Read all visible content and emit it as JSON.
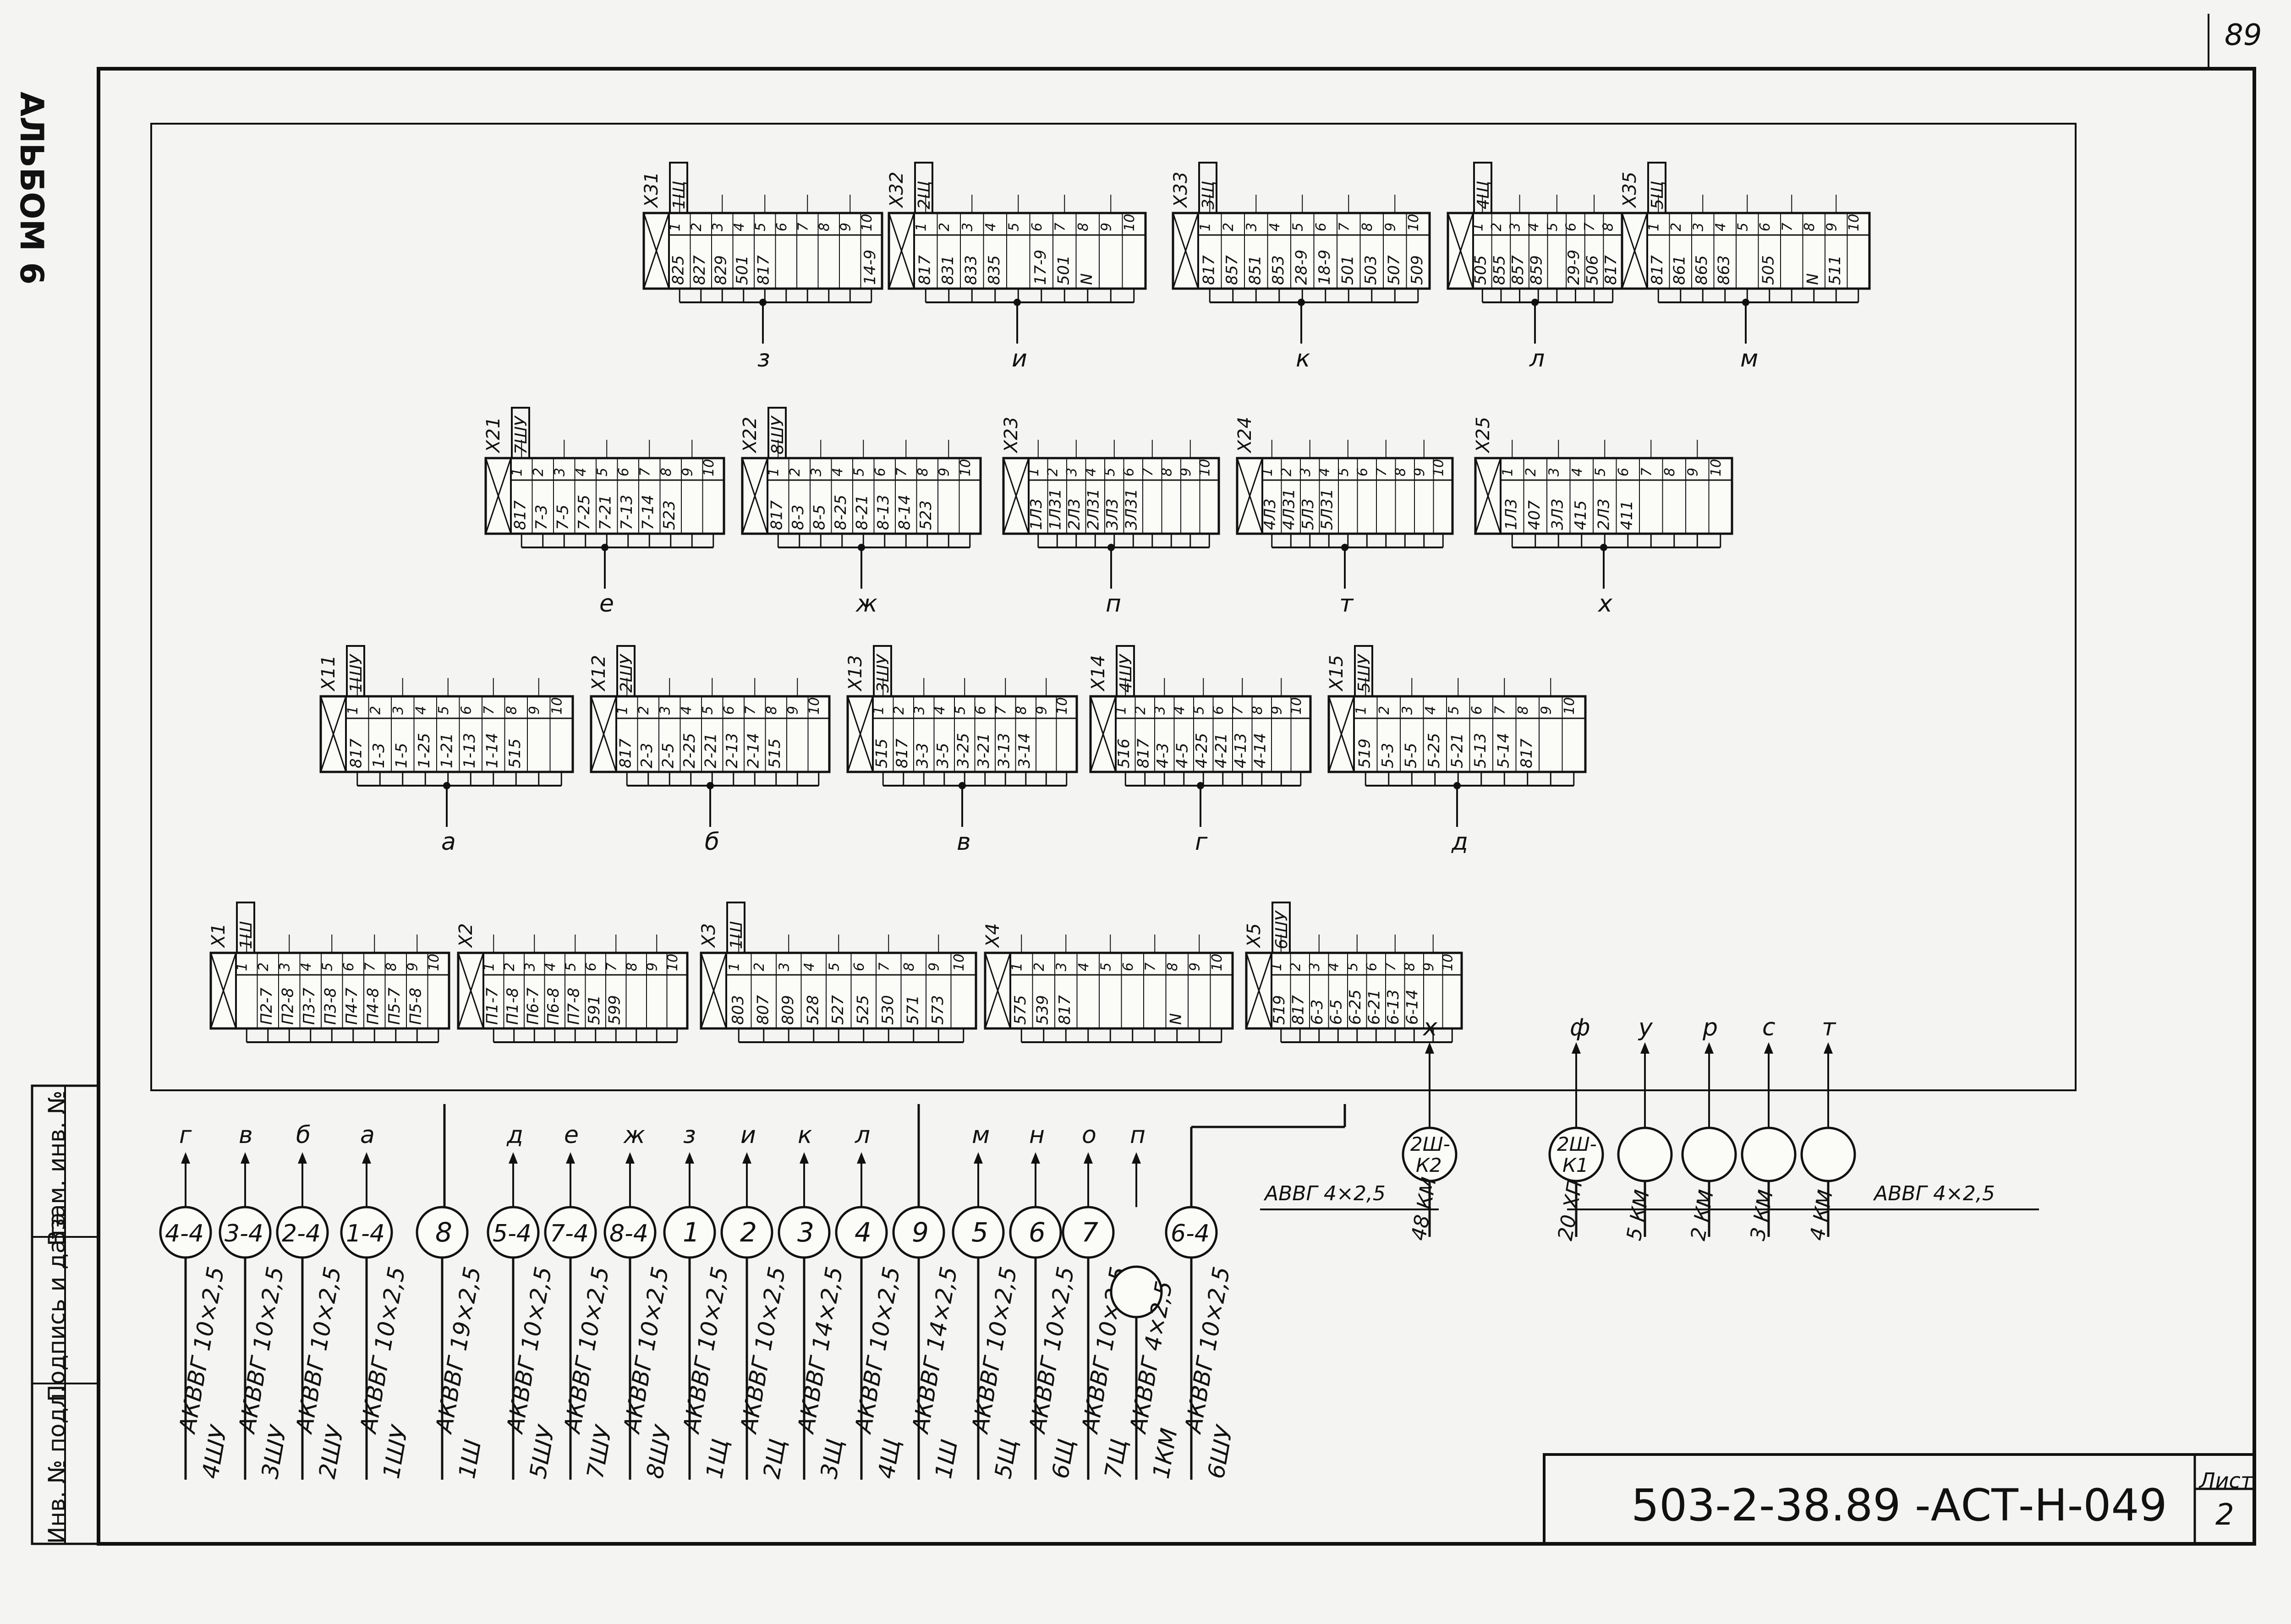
{
  "sheet": {
    "page_number": "89",
    "album_label": "АЛЬБОМ 6",
    "doc_code": "503-2-38.89 -АСТ-Н-049",
    "list_label": "Лист",
    "list_number": "2"
  },
  "side_stamp": [
    "Инв. № подл.",
    "Подпись и дата",
    "Взам. инв. №"
  ],
  "terminal_rows": [
    {
      "row": 1,
      "blocks": [
        {
          "name": "Х31",
          "id": "1Щ",
          "slots": 10,
          "labels": [
            "825",
            "827",
            "829",
            "501",
            "817",
            "",
            "",
            "",
            "",
            "14-9"
          ],
          "group": "з"
        },
        {
          "name": "Х32",
          "id": "2Щ",
          "slots": 10,
          "labels": [
            "817",
            "831",
            "833",
            "835",
            "",
            "17-9",
            "501",
            "N",
            "",
            ""
          ],
          "group": "и"
        },
        {
          "name": "Х33",
          "id": "3Щ",
          "slots": 10,
          "labels": [
            "817",
            "857",
            "851",
            "853",
            "28-9",
            "18-9",
            "501",
            "503",
            "507",
            "509"
          ],
          "group": "к"
        },
        {
          "name": "",
          "id": "4Щ",
          "slots": 8,
          "labels": [
            "505",
            "855",
            "857",
            "859",
            "",
            "29-9",
            "506",
            "817"
          ],
          "group": "л"
        },
        {
          "name": "Х35",
          "id": "5Щ",
          "slots": 10,
          "labels": [
            "817",
            "861",
            "865",
            "863",
            "",
            "505",
            "",
            "N",
            "511",
            ""
          ],
          "group": "м"
        }
      ]
    },
    {
      "row": 2,
      "blocks": [
        {
          "name": "Х21",
          "id": "7ШУ",
          "slots": 10,
          "labels": [
            "817",
            "7-3",
            "7-5",
            "7-25",
            "7-21",
            "7-13",
            "7-14",
            "523",
            "",
            ""
          ],
          "group": "е"
        },
        {
          "name": "Х22",
          "id": "8ШУ",
          "slots": 10,
          "labels": [
            "817",
            "8-3",
            "8-5",
            "8-25",
            "8-21",
            "8-13",
            "8-14",
            "523",
            "",
            ""
          ],
          "group": "ж"
        },
        {
          "name": "Х23",
          "id": "",
          "slots": 10,
          "labels": [
            "1Л3",
            "1Л31",
            "2Л3",
            "2Л31",
            "3Л3",
            "3Л31",
            "",
            "",
            "",
            ""
          ],
          "group": "п"
        },
        {
          "name": "Х24",
          "id": "",
          "slots": 10,
          "labels": [
            "4Л3",
            "4Л31",
            "5Л3",
            "5Л31",
            "",
            "",
            "",
            "",
            "",
            ""
          ],
          "group": "т"
        },
        {
          "name": "Х25",
          "id": "",
          "slots": 10,
          "labels": [
            "1Л3",
            "407",
            "3Л3",
            "415",
            "2Л3",
            "411",
            "",
            "",
            "",
            ""
          ],
          "group": "х"
        }
      ]
    },
    {
      "row": 3,
      "blocks": [
        {
          "name": "Х11",
          "id": "1ШУ",
          "slots": 10,
          "labels": [
            "817",
            "1-3",
            "1-5",
            "1-25",
            "1-21",
            "1-13",
            "1-14",
            "515",
            "",
            ""
          ],
          "group": "а"
        },
        {
          "name": "Х12",
          "id": "2ШУ",
          "slots": 10,
          "labels": [
            "817",
            "2-3",
            "2-5",
            "2-25",
            "2-21",
            "2-13",
            "2-14",
            "515",
            "",
            ""
          ],
          "group": "б"
        },
        {
          "name": "Х13",
          "id": "3ШУ",
          "slots": 10,
          "labels": [
            "515",
            "817",
            "3-3",
            "3-5",
            "3-25",
            "3-21",
            "3-13",
            "3-14",
            "",
            ""
          ],
          "group": "в"
        },
        {
          "name": "Х14",
          "id": "4ШУ",
          "slots": 10,
          "labels": [
            "516",
            "817",
            "4-3",
            "4-5",
            "4-25",
            "4-21",
            "4-13",
            "4-14",
            "",
            ""
          ],
          "group": "г"
        },
        {
          "name": "Х15",
          "id": "5ШУ",
          "slots": 10,
          "labels": [
            "519",
            "5-3",
            "5-5",
            "5-25",
            "5-21",
            "5-13",
            "5-14",
            "817",
            "",
            ""
          ],
          "group": "д"
        }
      ]
    },
    {
      "row": 4,
      "blocks": [
        {
          "name": "Х1",
          "id": "1Ш",
          "slots": 10,
          "labels": [
            "",
            "П2-7",
            "П2-8",
            "П3-7",
            "П3-8",
            "П4-7",
            "П4-8",
            "П5-7",
            "П5-8",
            ""
          ],
          "group": ""
        },
        {
          "name": "Х2",
          "id": "",
          "slots": 10,
          "labels": [
            "П1-7",
            "П1-8",
            "П6-7",
            "П6-8",
            "П7-8",
            "591",
            "599",
            "",
            "",
            ""
          ],
          "group": ""
        },
        {
          "name": "Х3",
          "id": "1Ш",
          "slots": 10,
          "labels": [
            "803",
            "807",
            "809",
            "528",
            "527",
            "525",
            "530",
            "571",
            "573",
            ""
          ],
          "group": ""
        },
        {
          "name": "Х4",
          "id": "",
          "slots": 10,
          "labels": [
            "575",
            "539",
            "817",
            "",
            "",
            "",
            "",
            "N",
            "",
            ""
          ],
          "group": ""
        },
        {
          "name": "Х5",
          "id": "6ШУ",
          "slots": 10,
          "labels": [
            "519",
            "817",
            "6-3",
            "6-5",
            "6-25",
            "6-21",
            "6-13",
            "6-14",
            "",
            ""
          ],
          "group": ""
        }
      ]
    }
  ],
  "cables_left": [
    {
      "letter": "г",
      "circle": "4-4",
      "cable": "АКВВГ 10×2,5",
      "dest": "4ШУ"
    },
    {
      "letter": "в",
      "circle": "3-4",
      "cable": "АКВВГ 10×2,5",
      "dest": "3ШУ"
    },
    {
      "letter": "б",
      "circle": "2-4",
      "cable": "АКВВГ 10×2,5",
      "dest": "2ШУ"
    },
    {
      "letter": "а",
      "circle": "1-4",
      "cable": "АКВВГ 10×2,5",
      "dest": "1ШУ"
    },
    {
      "letter": "",
      "circle": "8",
      "cable": "АКВВГ 19×2,5",
      "dest": "1Ш"
    },
    {
      "letter": "д",
      "circle": "5-4",
      "cable": "АКВВГ 10×2,5",
      "dest": "5ШУ"
    },
    {
      "letter": "е",
      "circle": "7-4",
      "cable": "АКВВГ 10×2,5",
      "dest": "7ШУ"
    },
    {
      "letter": "ж",
      "circle": "8-4",
      "cable": "АКВВГ 10×2,5",
      "dest": "8ШУ"
    },
    {
      "letter": "з",
      "circle": "1",
      "cable": "АКВВГ 10×2,5",
      "dest": "1Щ"
    },
    {
      "letter": "и",
      "circle": "2",
      "cable": "АКВВГ 10×2,5",
      "dest": "2Щ"
    },
    {
      "letter": "к",
      "circle": "3",
      "cable": "АКВВГ 14×2,5",
      "dest": "3Щ"
    },
    {
      "letter": "л",
      "circle": "4",
      "cable": "АКВВГ 10×2,5",
      "dest": "4Щ"
    },
    {
      "letter": "",
      "circle": "9",
      "cable": "АКВВГ 14×2,5",
      "dest": "1Ш"
    },
    {
      "letter": "м",
      "circle": "5",
      "cable": "АКВВГ 10×2,5",
      "dest": "5Щ"
    },
    {
      "letter": "н",
      "circle": "6",
      "cable": "АКВВГ 10×2,5",
      "dest": "6Щ"
    },
    {
      "letter": "о",
      "circle": "7",
      "cable": "АКВВГ 10×2,5",
      "dest": "7Щ"
    },
    {
      "letter": "п",
      "circle": "",
      "cable": "АКВВГ 4×2,5",
      "dest": "1КМ"
    },
    {
      "letter": "",
      "circle": "6-4",
      "cable": "АКВВГ 10×2,5",
      "dest": "6ШУ"
    }
  ],
  "cables_right": {
    "left_cable": "АВВГ 4×2,5",
    "right_cable": "АВВГ 4×2,5",
    "items": [
      {
        "letter": "х",
        "circle": "2Ш-К2",
        "dest": "48 КМ"
      },
      {
        "letter": "ф",
        "circle": "2Ш-К1",
        "dest": "20 ХП"
      },
      {
        "letter": "у",
        "circle": "",
        "dest": "5 КМ"
      },
      {
        "letter": "р",
        "circle": "",
        "dest": "2 КМ"
      },
      {
        "letter": "с",
        "circle": "",
        "dest": "3 КМ"
      },
      {
        "letter": "т",
        "circle": "",
        "dest": "4 КМ"
      }
    ]
  }
}
